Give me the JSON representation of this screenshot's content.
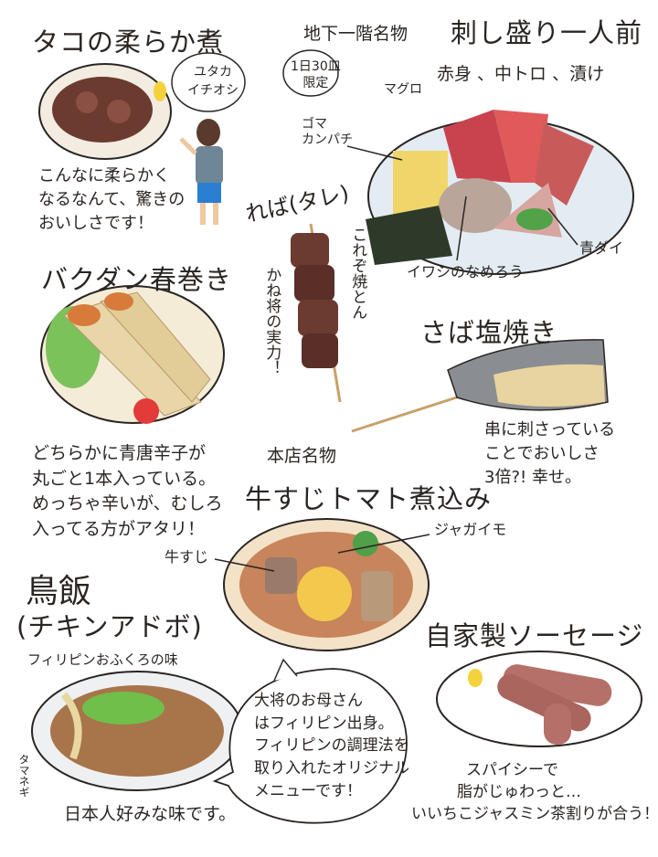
{
  "tako": {
    "title": "タコの柔らか煮",
    "bubble": [
      "ユタカ",
      "イチオシ"
    ],
    "comment": [
      "こんなに柔らかく",
      "なるなんて、驚きの",
      "おいしさです！"
    ]
  },
  "sashimi": {
    "prefix": "地下一階名物",
    "title": "刺し盛り一人前",
    "bubble": [
      "1日30皿",
      "限定"
    ],
    "maguro_label": "マグロ",
    "maguro_items": "赤身 、中トロ 、漬け",
    "kanpachi": [
      "ゴマ",
      "カンパチ"
    ],
    "iwashi": "イワシのなめろう",
    "aodai": "青ダイ"
  },
  "reba": {
    "title": "れば(タレ)",
    "comment1": "これぞ焼とん",
    "comment2": "かね将の実力！"
  },
  "harumaki": {
    "title": "バクダン春巻き",
    "comment": [
      "どちらかに青唐辛子が",
      "丸ごと1本入っている。",
      "めっちゃ辛いが、むしろ",
      "入ってる方がアタリ！"
    ]
  },
  "saba": {
    "title": "さば塩焼き",
    "comment": [
      "串に刺さっている",
      "ことでおいしさ",
      "3倍?! 幸せ。"
    ]
  },
  "gyusuji": {
    "prefix": "本店名物",
    "title": "牛すじトマト煮込み",
    "label_suji": "牛すじ",
    "label_potato": "ジャガイモ"
  },
  "torimeshi": {
    "title": "鳥飯",
    "subtitle": "(チキンアドボ)",
    "tagline": "フィリピンおふくろの味",
    "label_onion": "タマネギ",
    "comment": "日本人好みな味です。",
    "bubble": [
      "大将のお母さん",
      "はフィリピン出身。",
      "フィリピンの調理法を",
      "取り入れたオリジナル",
      "メニューです！"
    ]
  },
  "sausage": {
    "title": "自家製ソーセージ",
    "comment": [
      "スパイシーで",
      "脂がじゅわっと…",
      "いいちこジャスミン茶割りが合う！"
    ]
  },
  "colors": {
    "ink": "#2a2522",
    "plate": "#e9eef2",
    "meat": "#7a4a3a",
    "tuna": "#d9525a",
    "tomato": "#e0823a"
  }
}
